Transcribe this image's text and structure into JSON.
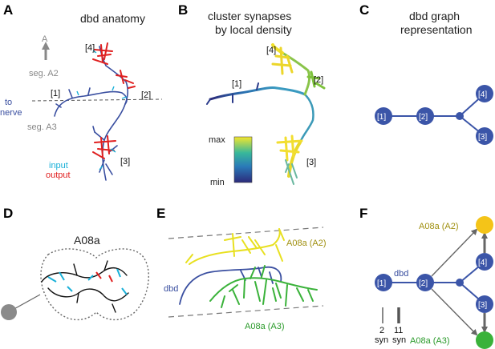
{
  "panels": {
    "A": {
      "label": "A",
      "title": "dbd anatomy",
      "arrow_label": "A",
      "seg_a2": "seg. A2",
      "seg_a3": "seg. A3",
      "to_nerve_1": "to",
      "to_nerve_2": "nerve",
      "legend_input": "input",
      "legend_output": "output",
      "branch_1": "[1]",
      "branch_2": "[2]",
      "branch_3": "[3]",
      "branch_4": "[4]"
    },
    "B": {
      "label": "B",
      "title_1": "cluster synapses",
      "title_2": "by local density",
      "colorbar_max": "max",
      "colorbar_min": "min",
      "branch_1": "[1]",
      "branch_2": "[2]",
      "branch_3": "[3]",
      "branch_4": "[4]"
    },
    "C": {
      "label": "C",
      "title_1": "dbd graph",
      "title_2": "representation",
      "node_1": "[1]",
      "node_2": "[2]",
      "node_3": "[3]",
      "node_4": "[4]"
    },
    "D": {
      "label": "D",
      "neuron_label": "A08a"
    },
    "E": {
      "label": "E",
      "label_a2": "A08a (A2)",
      "label_dbd": "dbd",
      "label_a3": "A08a (A3)"
    },
    "F": {
      "label": "F",
      "label_a2": "A08a (A2)",
      "label_dbd": "dbd",
      "label_a3": "A08a (A3)",
      "node_1": "[1]",
      "node_2": "[2]",
      "node_3": "[3]",
      "node_4": "[4]",
      "scale_2_num": "2",
      "scale_2_unit": "syn",
      "scale_11_num": "11",
      "scale_11_unit": "syn"
    }
  },
  "colors": {
    "neuron_blue": "#3a4fa0",
    "node_blue": "#3b55a8",
    "output_red": "#e02020",
    "input_cyan": "#1ab0d8",
    "a08a_yellow": "#e8e020",
    "a08a_green": "#3ab23a",
    "olive_text": "#a09010",
    "green_text": "#2a9a2a",
    "gold_node": "#f4c418",
    "green_node": "#3ab23a",
    "gray": "#888888"
  }
}
